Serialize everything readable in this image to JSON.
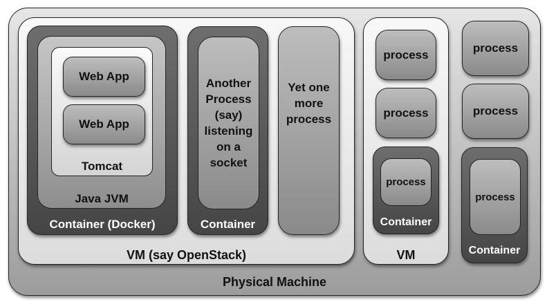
{
  "physical_machine": {
    "label": "Physical Machine"
  },
  "vm_openstack": {
    "label": "VM (say OpenStack)",
    "docker_container": {
      "label": "Container (Docker)",
      "jvm": {
        "label": "Java JVM",
        "tomcat": {
          "label": "Tomcat",
          "apps": [
            "Web App",
            "Web App"
          ]
        }
      }
    },
    "socket_container": {
      "label": "Container",
      "process": "Another\nProcess\n(say)\nlistening\non a\nsocket"
    },
    "extra_process": "Yet one\nmore\nprocess"
  },
  "vm_small": {
    "label": "VM",
    "processes": [
      "process",
      "process"
    ],
    "container": {
      "label": "Container",
      "process": "process"
    }
  },
  "bare": {
    "processes": [
      "process",
      "process"
    ],
    "container": {
      "label": "Container",
      "process": "process"
    }
  }
}
